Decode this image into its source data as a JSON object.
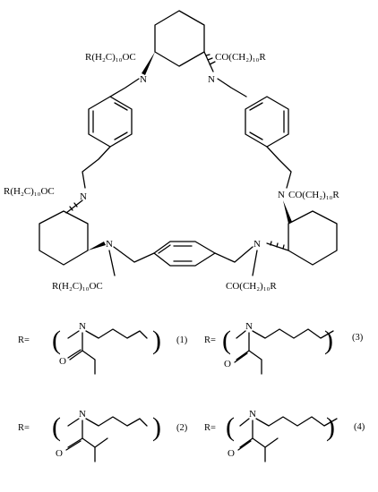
{
  "macrocycle": {
    "acyl_top_left": "R(H₂C)₁₀OC",
    "acyl_top_right": "CO(CH₂)₁₀R",
    "acyl_mid_left": "R(H₂C)₁₀OC",
    "acyl_mid_right": "CO(CH₂)₁₀R",
    "acyl_bottom_left": "R(H₂C)₁₀OC",
    "acyl_bottom_right": "CO(CH₂)₁₀R",
    "nitrogen": "N"
  },
  "substituents": [
    {
      "prefix": "R=",
      "number": "(1)",
      "n_label": "N",
      "o_label": "O"
    },
    {
      "prefix": "R=",
      "number": "(2)",
      "n_label": "N",
      "o_label": "O"
    },
    {
      "prefix": "R=",
      "number": "(3)",
      "n_label": "N",
      "o_label": "O"
    },
    {
      "prefix": "R=",
      "number": "(4)",
      "n_label": "N",
      "o_label": "O"
    }
  ]
}
